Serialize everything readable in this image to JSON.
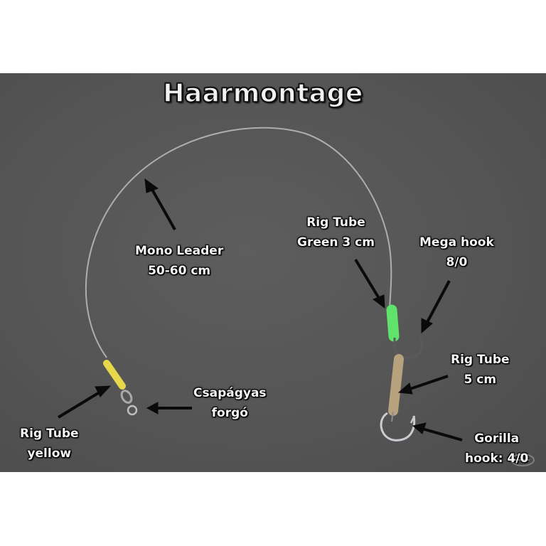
{
  "title": "Haarmontage",
  "labels": {
    "mono_leader": {
      "line1": "Mono Leader",
      "line2": "50-60 cm"
    },
    "rig_tube_green": {
      "line1": "Rig Tube",
      "line2": "Green 3 cm"
    },
    "mega_hook": {
      "line1": "Mega hook",
      "line2": "8/0"
    },
    "rig_tube_5cm": {
      "line1": "Rig Tube",
      "line2": "5 cm"
    },
    "csapagyas": {
      "line1": "Csapágyas",
      "line2": "forgó"
    },
    "rig_tube_yellow": {
      "line1": "Rig Tube",
      "line2": "yellow"
    },
    "gorilla_hook": {
      "line1": "Gorilla",
      "line2": "hook: 4/0"
    }
  },
  "colors": {
    "background": "#565656",
    "text": "#f4f4f4",
    "arrow": "#0a0a0a",
    "leader_line": "#b9bec3",
    "tube_yellow": "#e6d84a",
    "tube_green": "#5fe36a",
    "tube_brown": "#b8a27e",
    "hook_metal": "#c9cdd2"
  }
}
